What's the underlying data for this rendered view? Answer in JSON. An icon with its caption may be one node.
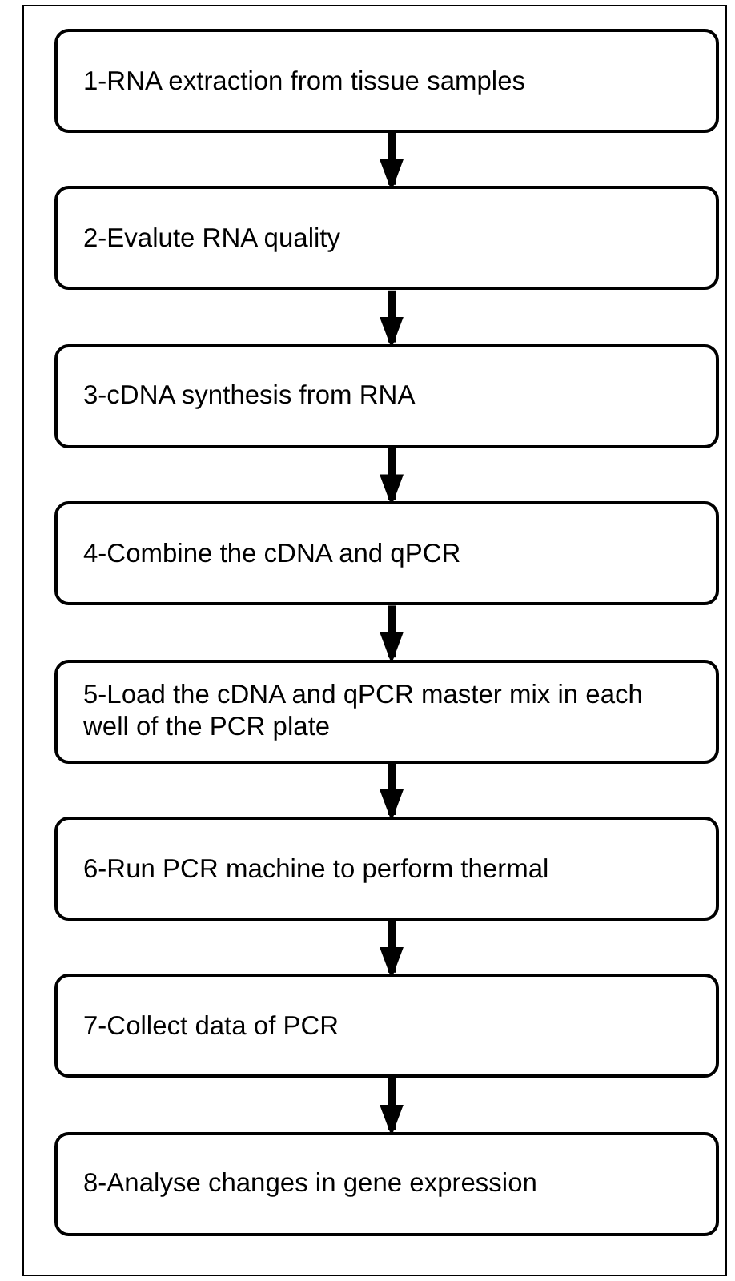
{
  "diagram": {
    "nodes": [
      {
        "text": [
          "1-RNA extraction from tissue samples"
        ]
      },
      {
        "text": [
          "2-Evalute RNA quality"
        ]
      },
      {
        "text": [
          "3-cDNA synthesis from RNA"
        ]
      },
      {
        "text": [
          "4-Combine the cDNA and qPCR"
        ]
      },
      {
        "text": [
          "5-Load the cDNA and qPCR master mix in each well of the PCR plate"
        ]
      },
      {
        "text": [
          "6-Run PCR machine to perform thermal"
        ]
      },
      {
        "text": [
          "7-Collect data of PCR"
        ]
      },
      {
        "text": [
          "8-Analyse changes in gene expression"
        ]
      }
    ],
    "edges": [
      {
        "from": 0,
        "to": 1,
        "arrow": "to"
      },
      {
        "from": 1,
        "to": 2,
        "arrow": "to"
      },
      {
        "from": 2,
        "to": 3,
        "arrow": "to"
      },
      {
        "from": 3,
        "to": 4,
        "arrow": "to"
      },
      {
        "from": 4,
        "to": 5,
        "arrow": "to"
      },
      {
        "from": 5,
        "to": 6,
        "arrow": "to"
      },
      {
        "from": 6,
        "to": 7,
        "arrow": "to"
      }
    ]
  }
}
